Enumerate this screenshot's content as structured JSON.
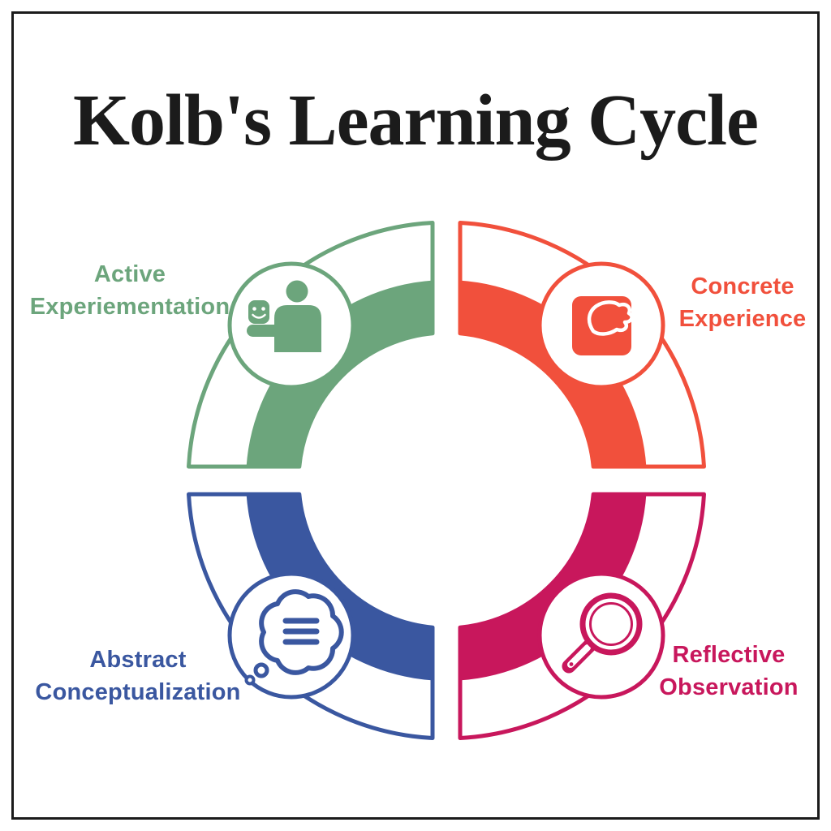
{
  "title": "Kolb's Learning Cycle",
  "colors": {
    "green": "#6CA57C",
    "orange": "#F1503C",
    "blue": "#3A57A0",
    "crimson": "#C8175C",
    "ink": "#1B1B1B"
  },
  "stages": [
    {
      "id": "active-experimentation",
      "position": "top-left",
      "label_line1": "Active",
      "label_line2": "Experiementation",
      "color": "#6CA57C",
      "icon": "actor-with-mask-icon"
    },
    {
      "id": "concrete-experience",
      "position": "top-right",
      "label_line1": "Concrete",
      "label_line2": "Experience",
      "color": "#F1503C",
      "icon": "hands-on-box-icon"
    },
    {
      "id": "abstract-conceptualization",
      "position": "bottom-left",
      "label_line1": "Abstract",
      "label_line2": "Conceptualization",
      "color": "#3A57A0",
      "icon": "thought-bubble-icon"
    },
    {
      "id": "reflective-observation",
      "position": "bottom-right",
      "label_line1": "Reflective",
      "label_line2": "Observation",
      "color": "#C8175C",
      "icon": "magnifying-glass-icon"
    }
  ]
}
